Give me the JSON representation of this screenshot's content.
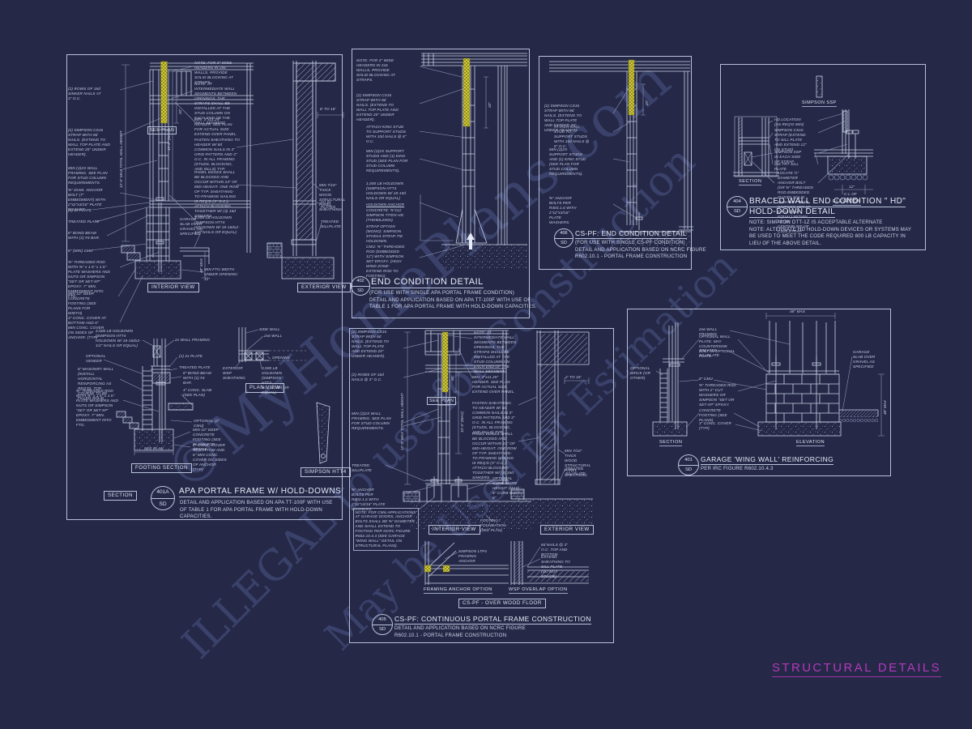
{
  "sheet": {
    "title": "STRUCTURAL DETAILS"
  },
  "watermarks": [
    "©MyHomePlans.com",
    "ILLEGAL to use for Construction",
    "May be Used for Estimation"
  ],
  "p1": {
    "marker": {
      "prefix": "SECTION",
      "num": "401A",
      "sheet": "SD"
    },
    "title": "APA PORTAL FRAME W/ HOLD-DOWNS",
    "sub": "DETAIL AND APPLICATION BASED ON APA TT-100F WITH USE\nOF TABLE 1 FOR APA PORTAL FRAME WITH HOLD-DOWN\nCAPACITIES.",
    "left": [
      "(2) ROWS OF 16d SINKER NAILS AT 3\" O.C.",
      "(2) SIMPSON CS16 STRAP WITH 8d NAILS. (EXTEND TO WALL TOP PLATE AND EXTEND 20\" UNDER HEADER).",
      "MIN (2)2X WALL FRAMING. SEE PLAN FOR STUD COLUMN REQUIREMENTS.",
      "⅝\" DIAM. ANCHOR BOLT (7\" EMBEDMENT) WITH 2\"x2\"x3/16\" PLATE WASHER.",
      "(1) 2x PLATE",
      "TREATED PLATE",
      "8\" BOND BEAM WITH (1) #4 BAR.",
      "8\" (MIN) CMU",
      "⅝\" THREADED ROD WITH ⅝\" x 1.5\" x 1.5\" PLATE WASHERS AND NUTS OR SIMPSON \"SET OR SET-XP\" EPOXY.  7\" MIN. EMBEDMENT INTO FTG.",
      "MIN 10\" DEEP CONCRETE FOOTING (SEE PLANS FOR WIDTH)",
      "3\" CONC. COVER AT BOTTOM AND 6\" MIN CONC. COVER ON SIDES OF ANCHOR. (TYP)"
    ],
    "mid": [
      "NOTE: FOR 3\" WIDE HEADERS IN 2x6 WALLS, PROVIDE SOLID BLOCKING AT STRAPS.",
      "NOTE: AT INTERMEDIATE WALL SEGMENTS BETWEEN OPENINGS, THE STRAPS SHALL BE INSTALLED AT THE STUD COLUMN ON EACH END OF THE WALL SEGMENT.",
      "MIN. 3\"x11.25\" HEADER. SEE PLAN FOR ACTUAL SIZE. EXTEND OVER PANEL.",
      "FASTEN SHEATHING TO HEADER W/ 8d COMMON NAILS IN 3\" GRID PATTERN AND 3\" O.C. IN ALL FRAMING (STUDS, BLOCKING, AND SILLS) TYP.",
      "PANEL EDGES SHALL BE BLOCKED AND OCCUR WITHIN 24\" OF MID-HEIGHT.  ONE ROW OF TYP. SHEATHING-TO-FRAMING NAILING IS REQ'D (3\" O.C.). ATTACH BLOCKING TOGETHER W/ (3) 16d SINKERS.",
      "3,500 LB HOLDOWN (SIMPSON HTT4 HOLDOWN W/ 18-16dx2-1/2\" NAILS OR EQUAL)",
      "GARAGE SLAB OVER GRAVEL AS SPECIFIED",
      "MIN FTG WIDTH UNDER OPENING: 12\""
    ],
    "right": [
      "8' TO 18'",
      "MIN 7/16\" THICK WOOD STRUCTURAL PANEL SHEATHING",
      "(2) 2x PLATES",
      "TREATED SILLPLATE"
    ],
    "dims": [
      "12'-0\" MAX TOTAL WALL HEIGHT",
      "10'-2\" (MAX)",
      "20\"",
      "48\" MAX",
      "SEE PLAN"
    ],
    "views": [
      "INTERIOR VIEW",
      "EXTERIOR VIEW",
      "FOOTING SECTION",
      "PLAN VIEW",
      "SIMPSON HTT4",
      "SEE PLAN"
    ],
    "foot": [
      "3,500 LB HOLDOWN (SIMPSON HTT4 HOLDOWN W/ 18-16dx2-1/2\" NAILS OR EQUAL)",
      "OPTIONAL VENEER",
      "8\" MASONRY WALL (INSTALL HORIZONTAL REINFORCING AS REQ'D). TOP COURSE TO BE FILLED SOLID",
      "⅝\" THREADED ROD WITH ⅝\" x 1.5\" x 1.5\" PLATE WASHERS AND NUTS OR SIMPSON \"SET OR SET-XP\" EPOXY.  7\" MIN. EMBEDMENT INTO FTG.",
      "2x WALL FRAMING",
      "(1) 2x PLATE",
      "TREATED PLATE",
      "8\" BOND BEAM WITH (1) #4 BAR.",
      "4\" CONC. SLAB (SEE PLAN)",
      "OPTIONAL (2\" CMU)",
      "MIN 10\" DEEP CONCRETE FOOTING (SEE PLANS FOR WIDTH)",
      "3\" CONC. COVER AT BOTTOM AND 6\" MIN CONC. COVER ON SIDES OF ANCHOR. (TYP)",
      "SEE PLAN"
    ],
    "plan": [
      "SIDE WALL",
      "2x6 WALL",
      "OPENING",
      "EXTERIOR WSP SHEATHING",
      "3,500 LB HOLDOWN (SIMPSON HTT4 HOLDOWN OR EQUAL)"
    ]
  },
  "p2": {
    "marker": {
      "num": "402",
      "sheet": "SD"
    },
    "title": "END CONDITION DETAIL",
    "sub": "(FOR USE WITH SINGLE APA PORTAL FRAME CONDITION)\nDETAIL AND APPLICATION BASED ON APA TT-100F WITH USE OF\nTABLE 1 FOR APA PORTAL FRAME WITH HOLD-DOWN CAPACITIES.",
    "dim": "20\"",
    "notes": [
      "NOTE: FOR 3\" WIDE HEADERS IN 2x6 WALLS, PROVIDE SOLID BLOCKING AT STRAPS.",
      "(2) SIMPSON CS16 STRAP WITH 8d NAILS. (EXTEND TO WALL TOP PLATE AND EXTEND 20\" UNDER HEADER).",
      "ATTACH KING STUD TO SUPPORT STUDS WITH 10d NAILS @ 8\" O.C.",
      "MIN (2)2X SUPPORT STUDS AND (1) KING STUD (SEE PLAN FOR STUD COLUMN REQUIREMENTS).",
      "1,000 LB HOLDOWN (SIMPSON HTT4 HOLDOWN W/ 18-10d NAILS OR EQUAL)",
      "HOLDOWN ANCHOR",
      "CONCRETE: ⅝\"x12 SIMPSON TITEN HD (THD50L200H)",
      "STRAP OPTION (MONO): SIMPSON STHD14 STRAP-TIE HOLDOWN.",
      "CMU: ⅝\" THREADED ROD (EMBEDDED 12\") WITH SIMPSON SET EPOXY. (HIGH WIND ZONE: EXTEND ROD TO FOOTING)"
    ]
  },
  "p3": {
    "marker": {
      "num": "406",
      "sheet": "SD"
    },
    "title": "CS-PF: END CONDITION DETAIL",
    "sub": "(FOR USE WITH SINGLE CS-PF CONDITION)\nDETAIL AND APPLICATION BASED ON NCRC FIGURE\nR602.10.1 - PORTAL FRAME CONSTRUCTION",
    "dim": "20\"",
    "notes": [
      "(2) SIMPSON CS16 STRAP WITH 8d NAILS. (EXTEND TO WALL TOP PLATE AND EXTEND 20\" UNDER HEADER).",
      "ATTACH KING STUD TO SUPPORT STUDS WITH 10d NAILS @ 8\" O.C.",
      "MIN (2)2X SUPPORT STUDS AND (1) KING STUD (SEE PLAN FOR STUD COLUMN REQUIREMENTS).",
      "⅝\" ANCHOR BOLTS PER R403.1.6 WITH 2\"x2\"x3/16\" PLATE WASHERS."
    ]
  },
  "p4": {
    "marker": {
      "num": "404",
      "sheet": "SD"
    },
    "title1": "BRACED WALL END CONDITION \" HD\"",
    "title2": "HOLD-DOWN DETAIL",
    "notes_block": "NOTE: SIMPSON DTT-1Z IS ACCEPTABLE ALTERNATE\nNOTE: ALTERNATE HD HOLD-DOWN DEVICES OR SYSTEMS MAY\nBE USED TO MEET THE CODE REQUIRED 800 LB CAPACITY IN\nLIEU OF THE ABOVE DETAIL.",
    "labels": [
      "SIMPSON SSP",
      "SECTION",
      "ELEVATION",
      "12\"",
      "C-L OF STRAP"
    ],
    "notes": [
      "HD LOCATION (AS REQ'D MIN)",
      "SIMPSON CS16 STRAP (EXTEND TO SILL PLATE AND EXTEND 12\" ON STUD)",
      "SIMPSON SSP IN EACH SIDE OF STRAP",
      "2x6 TRT SILL PLATE",
      "LOCATE ½\" DIAMETER ANCHOR BOLT (OR ⅝\" THREADED ROD EMBEDDED 7\" INTO SOLID MASONRY WITH SIMPSON SET-XP EPOXY (OR EQUAL) WITHIN 12\" OF CENTERLINE OF CS16 STRAP."
    ]
  },
  "p5": {
    "marker": {
      "num": "405",
      "sheet": "SD"
    },
    "title": "CS-PF: CONTINUOUS PORTAL FRAME CONSTRUCTION",
    "sub": "DETAIL AND APPLICATION BASED ON NCRC FIGURE\nR602.10.1 - PORTAL FRAME CONSTRUCTION",
    "left": [
      "(2) SIMPSON CS16 STRAP WITH 8d NAILS. (EXTEND TO WALL TOP PLATE AND EXTEND 20\" UNDER HEADER).",
      "(2) ROWS OF 16d NAILS @ 3\" O.C.",
      "MIN (2)2X WALL FRAMING. SEE PLAN FOR STUD COLUMN REQUIREMENTS.",
      "TREATED SILLPLATE",
      "⅝\" ANCHOR BOLTS PER R403.1.6 WITH 2\"x2\"x3/16\" PLATE WASHERS.",
      "NOTE: FOR CMU APPLICATIONS AT GARAGE DOORS, ANCHOR BOLTS SHALL BE ⅝\" DIAMETER AND SHALL EXTEND TO FOOTING PER NCRC FIGURE R602.10.4.3 (SEE GARAGE \"WING WALL\" DETAIL ON STRUCTURAL PLANS)."
    ],
    "mid": [
      "NOTE: AT INTERMEDIATE WALL SEGMENTS BETWEEN OPENINGS, THE STRAPS SHALL BE INSTALLED AT THE STUD COLUMN ON EACH END OF THE WALL SEGMENT.",
      "MIN. 3\"x11.25\" HEADER. SEE PLAN FOR ACTUAL SIZE. EXTEND OVER PANEL.",
      "FASTEN SHEATHING TO HEADER W/ 8d COMMON NAILS IN 3\" GRID PATTERN AND 3\" O.C. IN ALL FRAMING (STUDS, BLOCKING, AND SILLS) TYP.",
      "PANEL EDGES SHALL BE BLOCKED AND OCCUR WITHIN 24\" OF MID-HEIGHT.  ONE ROW OF TYP. SHEATHING-TO-FRAMING NAILING IS REQ'D (3\" O.C.). ATTACH BLOCKING TOGETHER W/ (3) 16d SINKERS.",
      "OPTIONAL CURB. CURB HEIGHT (MAX): 8\" CURB WIDTH: 8\"",
      "FOOTING / FOUNDATION (SEE PLAN)"
    ],
    "right": [
      "2' TO 18'",
      "MIN 7/16\" THICK WOOD STRUCTURAL PANEL SHEATHING",
      "TREATED SILLPLATE"
    ],
    "dims": [
      "12'-0\" MAX TOTAL WALL HEIGHT",
      "10'-0\" (MAX)",
      "20\"",
      "SEE PLAN"
    ],
    "views": [
      "INTERIOR VIEW",
      "EXTERIOR VIEW"
    ],
    "bottom": [
      "SIMPSON LTP4 FRAMING ANCHOR",
      "FRAMING ANCHOR OPTION",
      "8d NAILS @ 3\" O.C. TOP AND BOTTOM",
      "EXTEND SHEATHING TO SILL PLATE (DO NOT SPLICE)",
      "WSP OVERLAP OPTION",
      "CS-PF - OVER WOOD FLOOR"
    ]
  },
  "p6": {
    "marker": {
      "num": "401",
      "sheet": "SD"
    },
    "title": "GARAGE 'WING WALL' REINFORCING",
    "sub": "PER IRC FIGURE R602.10.4.3",
    "notes": [
      "2x6 WALL FRAMING",
      "OPTIONAL WALL PLATE. MAY COUNTERSINK BOLT IN OPTIONAL PLATE.",
      "TREATED SILLPLATE",
      "OPTIONAL BRICK (OR OTHER)",
      "8\" CMU",
      "⅝\" THREADED ROD WITH 2\" CUT WASHERS OR SIMPSON \"SET OR SET-XP\" EPOXY.",
      "CONCRETE FOOTING (SEE PLANS)",
      "3\" CONC. COVER (TYP)",
      "GARAGE SLAB OVER GRAVEL AS SPECIFIED"
    ],
    "dims": [
      "48\" MAX",
      "48\" MAX"
    ],
    "views": [
      "SECTION",
      "ELEVATION"
    ]
  }
}
